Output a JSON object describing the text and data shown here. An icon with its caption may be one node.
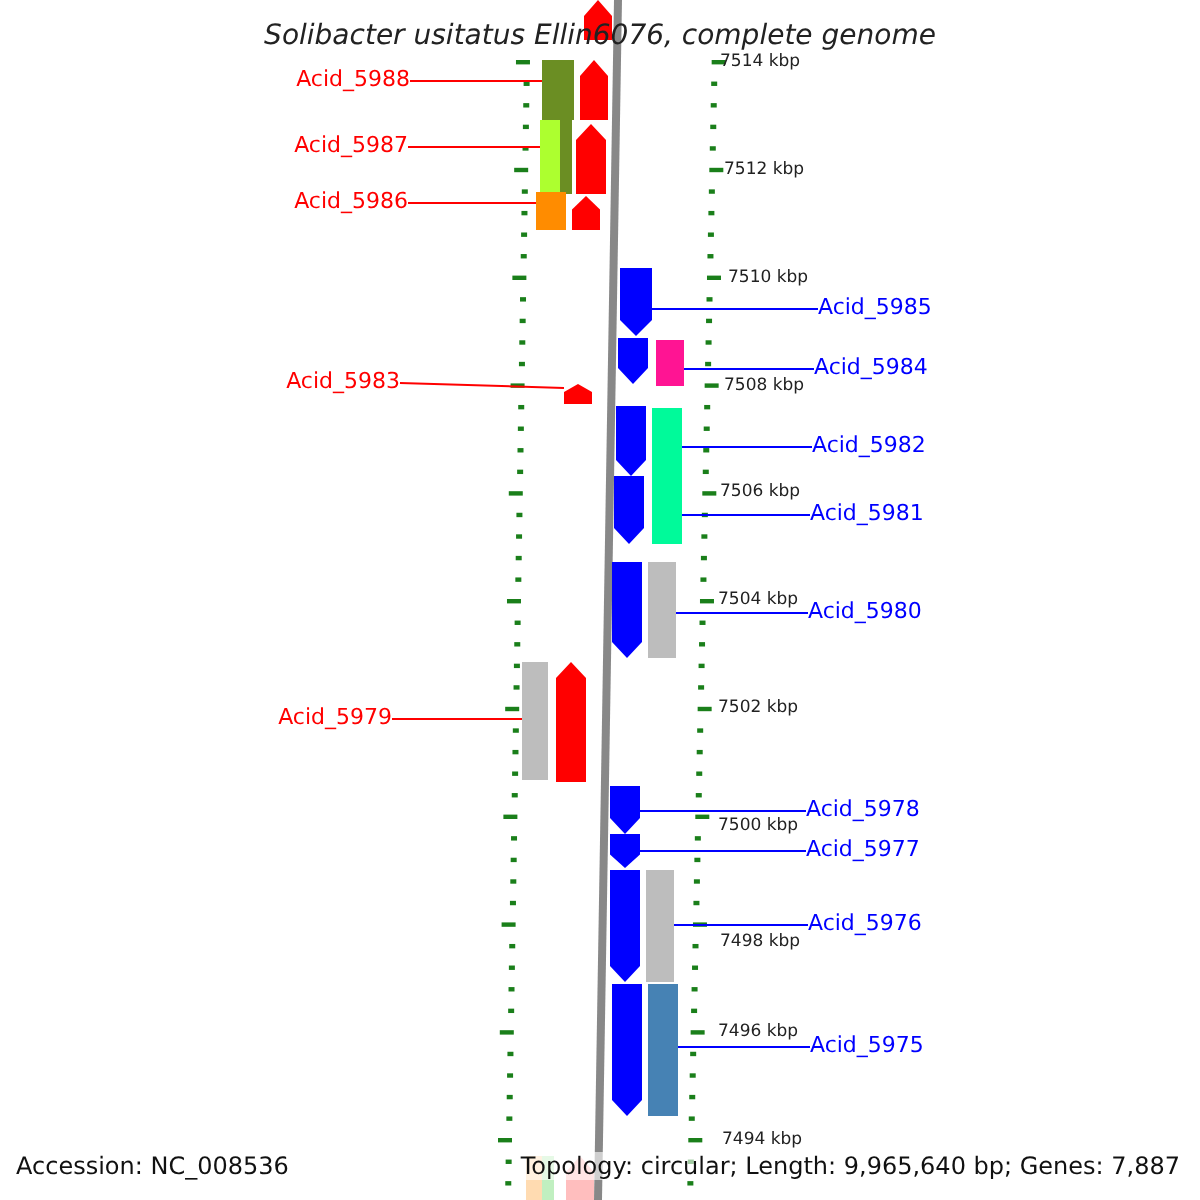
{
  "diagram": {
    "title": "Solibacter usitatus Ellin6076, complete genome",
    "nodes": [
      {
        "text": [
          "Acid_5988"
        ]
      },
      {
        "text": [
          "Acid_5987"
        ]
      },
      {
        "text": [
          "Acid_5986"
        ]
      },
      {
        "text": [
          "Acid_5985"
        ]
      },
      {
        "text": [
          "Acid_5984"
        ]
      },
      {
        "text": [
          "Acid_5983"
        ]
      },
      {
        "text": [
          "Acid_5982"
        ]
      },
      {
        "text": [
          "Acid_5981"
        ]
      },
      {
        "text": [
          "Acid_5980"
        ]
      },
      {
        "text": [
          "Acid_5979"
        ]
      },
      {
        "text": [
          "Acid_5978"
        ]
      },
      {
        "text": [
          "Acid_5977"
        ]
      },
      {
        "text": [
          "Acid_5976"
        ]
      },
      {
        "text": [
          "Acid_5975"
        ]
      },
      {
        "text": [],
        "shape": "pentagon"
      },
      {
        "text": [],
        "shape": "bar"
      },
      {
        "text": [],
        "shape": "pentagon"
      },
      {
        "text": [],
        "shape": "bar"
      },
      {
        "text": [],
        "shape": "bar"
      },
      {
        "text": [],
        "shape": "pentagon"
      },
      {
        "text": [],
        "shape": "bar"
      },
      {
        "text": [],
        "shape": "pentagon"
      },
      {
        "text": [],
        "shape": "pentagon"
      },
      {
        "text": [],
        "shape": "pentagon"
      },
      {
        "text": [],
        "shape": "bar"
      },
      {
        "text": [],
        "shape": "pentagon"
      },
      {
        "text": [],
        "shape": "pentagon"
      },
      {
        "text": [],
        "shape": "bar"
      },
      {
        "text": [],
        "shape": "pentagon"
      },
      {
        "text": [],
        "shape": "pentagon"
      },
      {
        "text": [],
        "shape": "bar"
      },
      {
        "text": [],
        "shape": "bar"
      },
      {
        "text": [],
        "shape": "pentagon"
      },
      {
        "text": [],
        "shape": "pentagon"
      },
      {
        "text": [],
        "shape": "pentagon"
      },
      {
        "text": [],
        "shape": "pentagon"
      },
      {
        "text": [],
        "shape": "bar"
      },
      {
        "text": [],
        "shape": "pentagon"
      },
      {
        "text": [],
        "shape": "bar"
      },
      {
        "text": [],
        "shape": "bar"
      },
      {
        "text": [],
        "shape": "bar"
      },
      {
        "text": [],
        "shape": "pentagon"
      }
    ],
    "edges": [
      {
        "from": 0,
        "to": 15,
        "arrow": "none",
        "color": "#ff0000"
      },
      {
        "from": 1,
        "to": 17,
        "arrow": "none",
        "color": "#ff0000"
      },
      {
        "from": 2,
        "to": 20,
        "arrow": "none",
        "color": "#ff0000"
      },
      {
        "from": 3,
        "to": 22,
        "arrow": "none"
      },
      {
        "from": 4,
        "to": 24,
        "arrow": "none"
      },
      {
        "from": 5,
        "to": 25,
        "arrow": "none",
        "color": "#ff0000"
      },
      {
        "from": 6,
        "to": 27,
        "arrow": "none"
      },
      {
        "from": 7,
        "to": 27,
        "arrow": "none"
      },
      {
        "from": 8,
        "to": 30,
        "arrow": "none"
      },
      {
        "from": 9,
        "to": 31,
        "arrow": "none",
        "color": "#ff0000"
      },
      {
        "from": 10,
        "to": 33,
        "arrow": "none"
      },
      {
        "from": 11,
        "to": 34,
        "arrow": "none"
      },
      {
        "from": 12,
        "to": 36,
        "arrow": "none"
      },
      {
        "from": 13,
        "to": 38,
        "arrow": "none"
      }
    ],
    "labels": [
      "7514 kbp",
      "7512 kbp",
      "7510 kbp",
      "7508 kbp",
      "7506 kbp",
      "7504 kbp",
      "7502 kbp",
      "7500 kbp",
      "7498 kbp",
      "7496 kbp",
      "7494 kbp",
      "Accession: NC_008536",
      "Topology: circular; Length: 9,965,640 bp; Genes: 7,887"
    ]
  }
}
